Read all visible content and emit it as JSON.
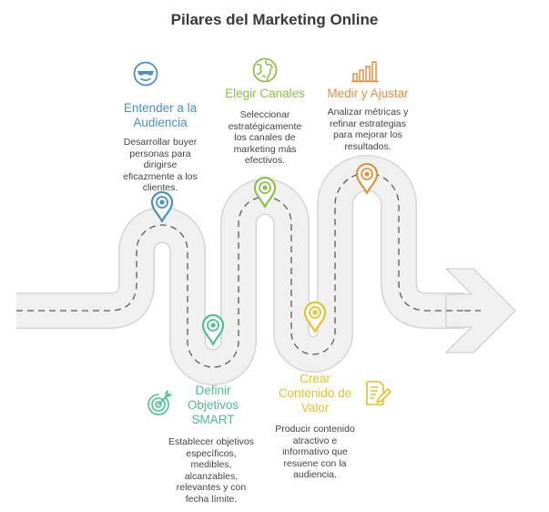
{
  "title": "Pilares del Marketing Online",
  "colors": {
    "blue": "#4a90c8",
    "green": "#8ec04a",
    "orange": "#e0913f",
    "teal": "#4cc08f",
    "yellow": "#e4c22a",
    "road": "#f0f0f0",
    "road_border": "#d6d6d6",
    "dash": "#5a5a5a"
  },
  "steps": [
    {
      "heading": "Entender a la Audiencia",
      "description": "Desarrollar buyer personas para dirigirse eficazmente a los clientes.",
      "icon": "face-sunglasses-icon",
      "color": "#4a90c8"
    },
    {
      "heading": "Elegir Canales",
      "description": "Seleccionar estratégicamente los canales de marketing más efectivos.",
      "icon": "globe-icon",
      "color": "#8ec04a"
    },
    {
      "heading": "Medir y Ajustar",
      "description": "Analizar métricas y refinar estrategias para mejorar los resultados.",
      "icon": "bar-chart-icon",
      "color": "#e0913f"
    },
    {
      "heading": "Definir Objetivos SMART",
      "description": "Establecer objetivos específicos, medibles, alcanzables, relevantes y con fecha límite.",
      "icon": "target-icon",
      "color": "#4cc08f"
    },
    {
      "heading": "Crear Contenido de Valor",
      "description": "Producir contenido atractivo e informativo que resuene con la audiencia.",
      "icon": "document-pen-icon",
      "color": "#e4c22a"
    }
  ]
}
